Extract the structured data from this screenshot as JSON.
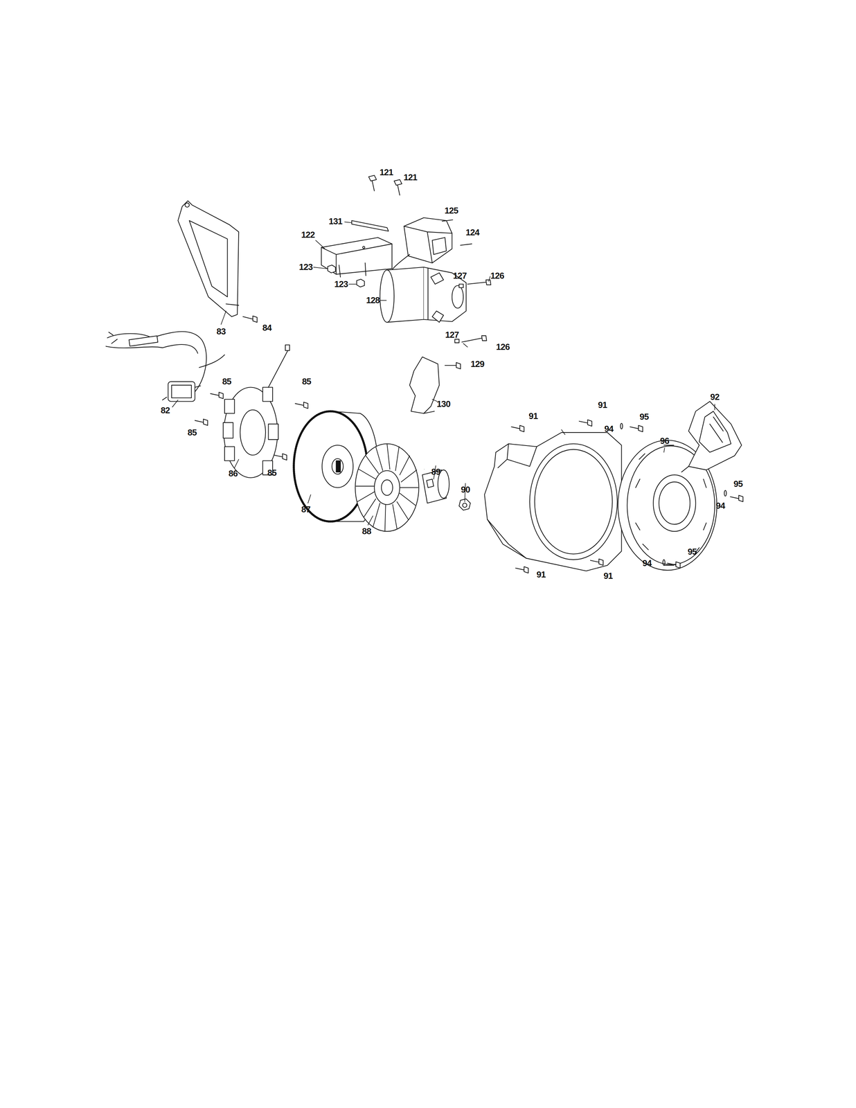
{
  "diagram": {
    "labels": [
      "121",
      "121",
      "125",
      "131",
      "124",
      "122",
      "123",
      "127",
      "126",
      "123",
      "128",
      "83",
      "84",
      "127",
      "126",
      "129",
      "85",
      "85",
      "130",
      "82",
      "91",
      "91",
      "95",
      "94",
      "92",
      "96",
      "85",
      "85",
      "89",
      "90",
      "86",
      "87",
      "88",
      "95",
      "94",
      "95",
      "94",
      "91",
      "91"
    ]
  }
}
